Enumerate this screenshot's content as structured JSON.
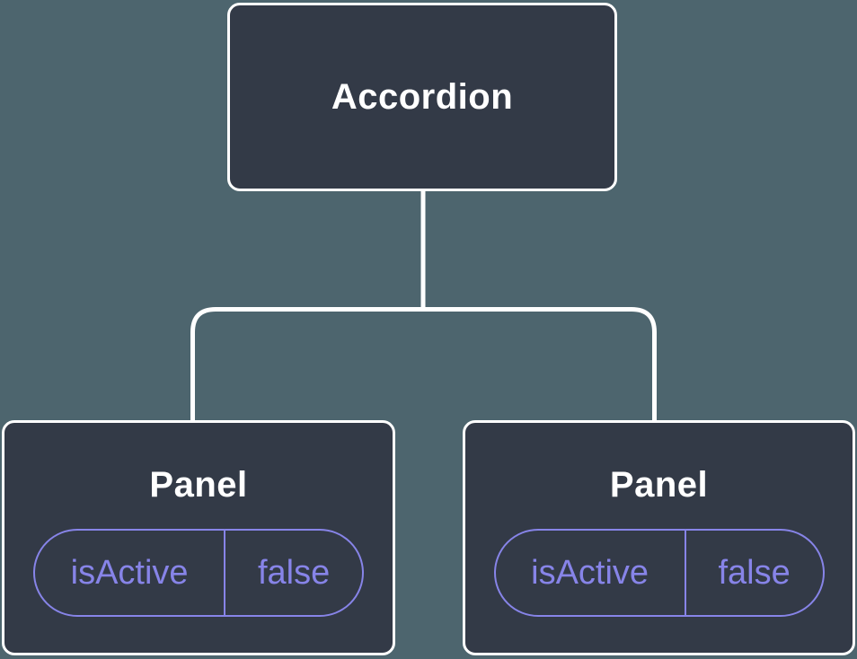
{
  "tree": {
    "root": {
      "label": "Accordion"
    },
    "children": [
      {
        "label": "Panel",
        "state": {
          "name": "isActive",
          "value": "false"
        }
      },
      {
        "label": "Panel",
        "state": {
          "name": "isActive",
          "value": "false"
        }
      }
    ]
  },
  "colors": {
    "background": "#4D656E",
    "node_fill": "#333A47",
    "node_border": "#FFFFFF",
    "label_text": "#FFFFFF",
    "state_accent": "#8784E8",
    "connector": "#FFFFFF"
  }
}
